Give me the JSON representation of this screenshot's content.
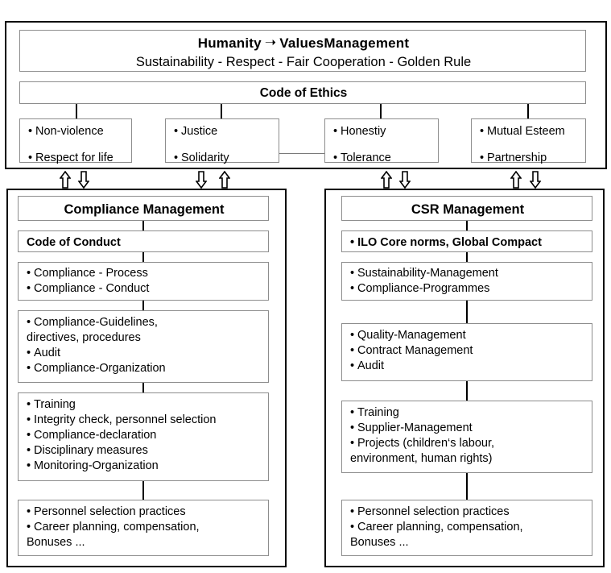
{
  "diagram": {
    "title_top": {
      "line1_left": "Humanity",
      "line1_arrow": "➝",
      "line1_right": "ValuesManagement",
      "line2": "Sustainability - Respect - Fair Cooperation - Golden Rule"
    },
    "code_of_ethics": "Code of Ethics",
    "value_boxes": [
      {
        "items": [
          "Non-violence",
          "Respect for life"
        ]
      },
      {
        "items": [
          "Justice",
          "Solidarity"
        ]
      },
      {
        "items": [
          "Honestiy",
          "Tolerance"
        ]
      },
      {
        "items": [
          "Mutual Esteem",
          "Partnership"
        ]
      }
    ],
    "connectors": {
      "arrow_up": "⇧",
      "arrow_down": "⇩"
    },
    "columns": [
      {
        "heading": "Compliance Management",
        "sub_heading": "Code of Conduct",
        "blocks": [
          {
            "lines": [
              {
                "bullet": true,
                "text": "Compliance - Process"
              },
              {
                "bullet": true,
                "text": "Compliance - Conduct"
              }
            ]
          },
          {
            "lines": [
              {
                "bullet": true,
                "text": "Compliance-Guidelines,"
              },
              {
                "bullet": false,
                "text": "directives, procedures"
              },
              {
                "bullet": true,
                "text": "Audit"
              },
              {
                "bullet": true,
                "text": "Compliance-Organization"
              }
            ]
          },
          {
            "lines": [
              {
                "bullet": true,
                "text": "Training"
              },
              {
                "bullet": true,
                "text": "Integrity check, personnel selection"
              },
              {
                "bullet": true,
                "text": "Compliance-declaration"
              },
              {
                "bullet": true,
                "text": "Disciplinary measures"
              },
              {
                "bullet": true,
                "text": "Monitoring-Organization"
              }
            ]
          },
          {
            "lines": [
              {
                "bullet": true,
                "text": "Personnel selection practices"
              },
              {
                "bullet": true,
                "text": "Career planning, compensation,"
              },
              {
                "bullet": false,
                "text": "Bonuses ..."
              }
            ]
          }
        ]
      },
      {
        "heading": "CSR Management",
        "sub_heading": "• ILO Core norms, Global Compact",
        "blocks": [
          {
            "lines": [
              {
                "bullet": true,
                "text": "Sustainability-Management"
              },
              {
                "bullet": true,
                "text": "Compliance-Programmes"
              }
            ]
          },
          {
            "lines": [
              {
                "bullet": true,
                "text": "Quality-Management"
              },
              {
                "bullet": true,
                "text": "Contract Management"
              },
              {
                "bullet": true,
                "text": "Audit"
              }
            ]
          },
          {
            "lines": [
              {
                "bullet": true,
                "text": "Training"
              },
              {
                "bullet": true,
                "text": "Supplier-Management"
              },
              {
                "bullet": true,
                "text": "Projects (children‘s labour,"
              },
              {
                "bullet": false,
                "text": "environment, human rights)"
              }
            ]
          },
          {
            "lines": [
              {
                "bullet": true,
                "text": "Personnel selection practices"
              },
              {
                "bullet": true,
                "text": "Career planning, compensation,"
              },
              {
                "bullet": false,
                "text": "Bonuses ..."
              }
            ]
          }
        ]
      }
    ],
    "colors": {
      "outer_border": "#000000",
      "inner_border": "#8d8d8d",
      "connector": "#000000",
      "background": "#ffffff",
      "text": "#000000"
    }
  }
}
